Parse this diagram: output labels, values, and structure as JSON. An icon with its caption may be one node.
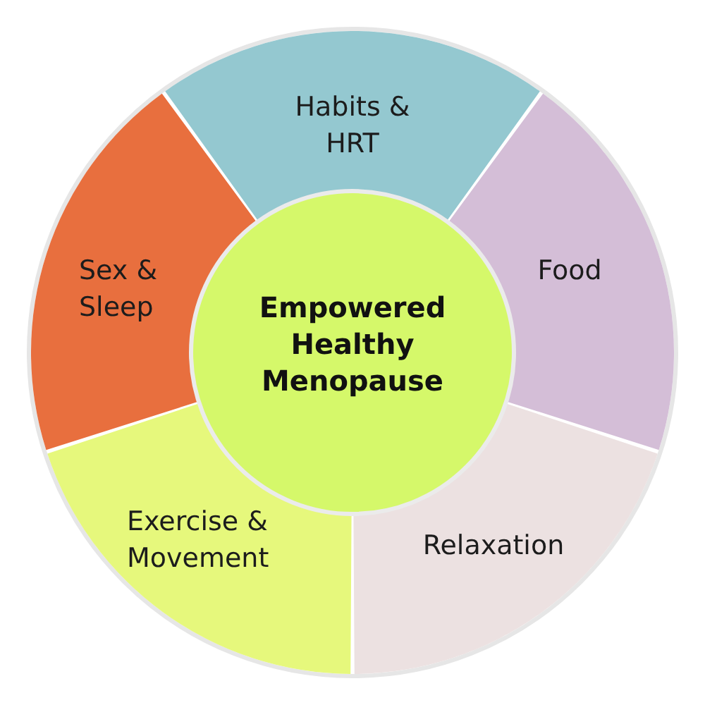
{
  "diagram": {
    "nodes": [
      {
        "text": [
          "Empowered Healthy Menopause"
        ]
      },
      {
        "text": [
          "Habits & HRT"
        ]
      },
      {
        "text": [
          "Food"
        ]
      },
      {
        "text": [
          "Relaxation"
        ]
      },
      {
        "text": [
          "Exercise & Movement"
        ]
      },
      {
        "text": [
          "Sex & Sleep"
        ]
      }
    ]
  }
}
